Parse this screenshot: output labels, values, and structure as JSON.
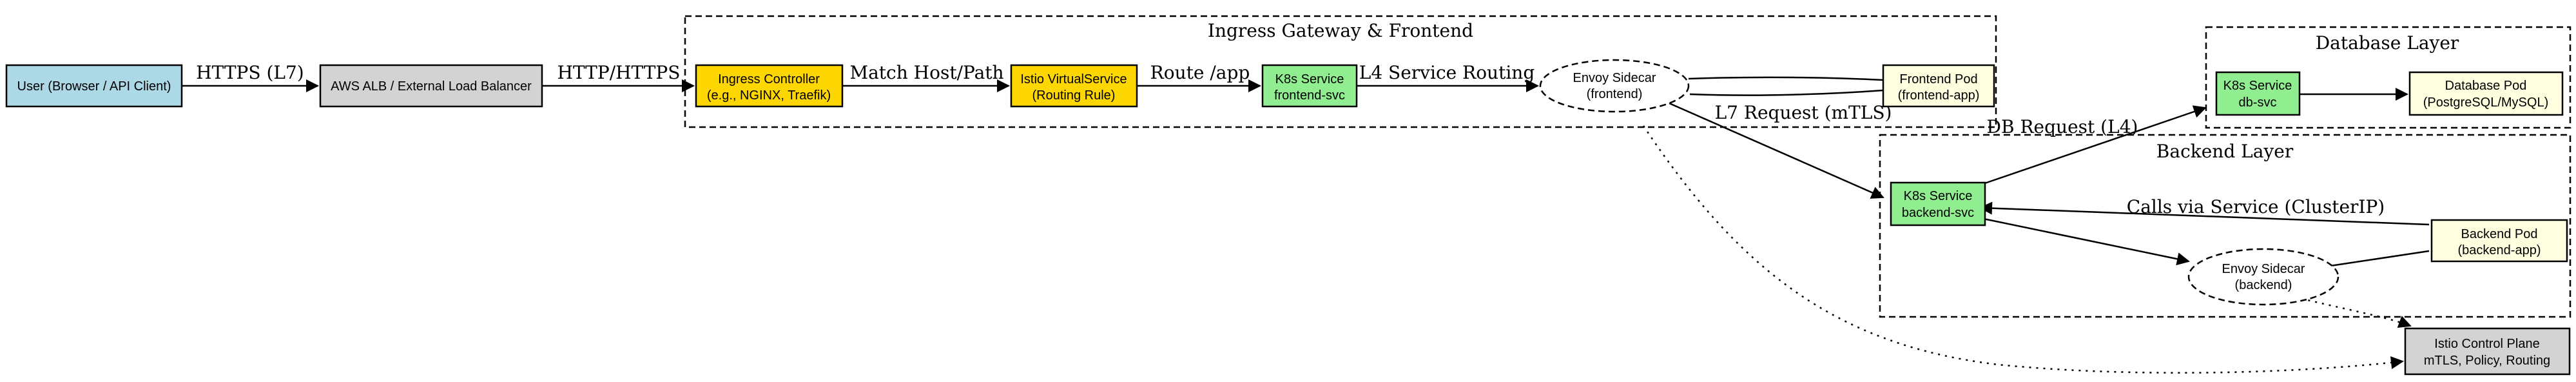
{
  "clusters": {
    "ingress": {
      "title": "Ingress Gateway & Frontend"
    },
    "database": {
      "title": "Database Layer"
    },
    "backend": {
      "title": "Backend Layer"
    }
  },
  "nodes": {
    "user": {
      "line1": "User (Browser / API Client)",
      "color": "#add8e6"
    },
    "alb": {
      "line1": "AWS ALB / External Load Balancer",
      "color": "#d3d3d3"
    },
    "ingress_controller": {
      "line1": "Ingress Controller",
      "line2": "(e.g., NGINX, Traefik)",
      "color": "#ffd700"
    },
    "istio_vs": {
      "line1": "Istio VirtualService",
      "line2": "(Routing Rule)",
      "color": "#ffd700"
    },
    "frontend_svc": {
      "line1": "K8s Service",
      "line2": "frontend-svc",
      "color": "#90ee90"
    },
    "envoy_frontend": {
      "line1": "Envoy Sidecar",
      "line2": "(frontend)"
    },
    "frontend_pod": {
      "line1": "Frontend Pod",
      "line2": "(frontend-app)",
      "color": "#ffffe0"
    },
    "db_svc": {
      "line1": "K8s Service",
      "line2": "db-svc",
      "color": "#90ee90"
    },
    "db_pod": {
      "line1": "Database Pod",
      "line2": "(PostgreSQL/MySQL)",
      "color": "#ffffe0"
    },
    "backend_svc": {
      "line1": "K8s Service",
      "line2": "backend-svc",
      "color": "#90ee90"
    },
    "backend_pod": {
      "line1": "Backend Pod",
      "line2": "(backend-app)",
      "color": "#ffffe0"
    },
    "envoy_backend": {
      "line1": "Envoy Sidecar",
      "line2": "(backend)"
    },
    "istio_cp": {
      "line1": "Istio Control Plane",
      "line2": "mTLS, Policy, Routing",
      "color": "#d3d3d3"
    }
  },
  "edges": {
    "user_alb": "HTTPS (L7)",
    "alb_ingress": "HTTP/HTTPS",
    "ingress_istio": "Match Host/Path",
    "istio_frontend": "Route /app",
    "frontend_envoy": "L4 Service Routing",
    "envoy_backend": "L7 Request (mTLS)",
    "backend_db": "DB Request (L4)",
    "pod_backend_svc": "Calls via Service (ClusterIP)"
  }
}
